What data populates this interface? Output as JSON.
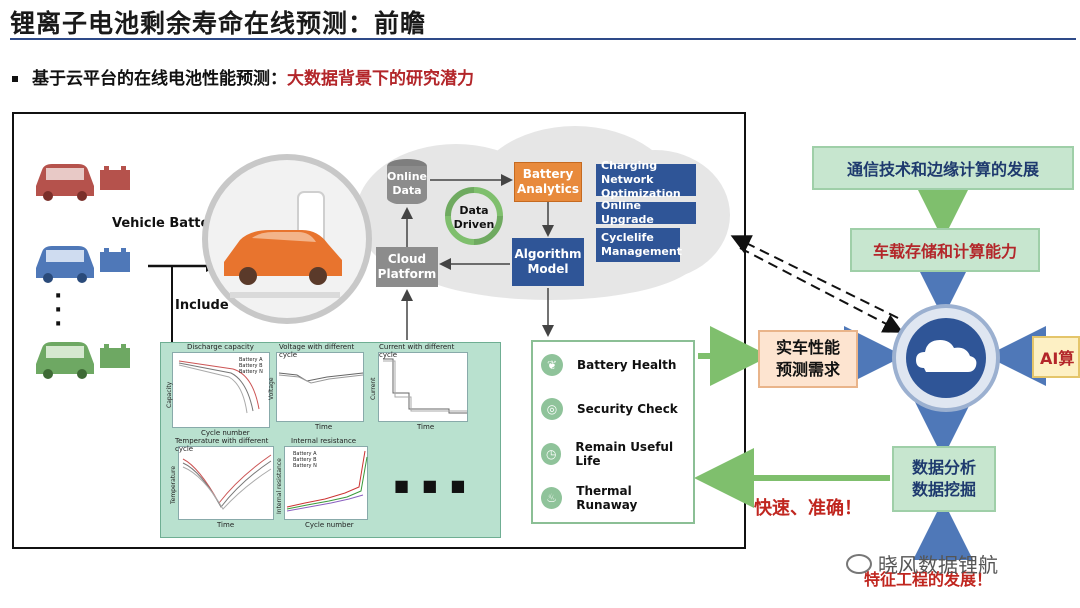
{
  "header": {
    "title": "锂离子电池剩余寿命在线预测：前瞻",
    "bullet_prefix": "基于云平台的在线电池性能预测：",
    "bullet_highlight": "大数据背景下的研究潜力"
  },
  "diagram": {
    "vehicle_battery_data": "Vehicle Battery Data",
    "include": "Include",
    "ellipsis_dots": "·\n·\n·",
    "online_data": "Online\nData",
    "data_driven": "Data\nDriven",
    "cloud_platform": "Cloud\nPlatform",
    "battery_analytics": "Battery\nAnalytics",
    "algorithm_model": "Algorithm\nModel",
    "services": [
      "Charging Network\nOptimization",
      "Online Upgrade",
      "Cyclelife\nManagement"
    ],
    "panel_more": "■ ■ ■",
    "mini_charts": [
      {
        "title": "Discharge capacity",
        "xlabel": "Cycle number",
        "ylabel": "Capacity",
        "legend": [
          "Battery A",
          "Battery B",
          "Battery N"
        ]
      },
      {
        "title": "Voltage with different cycle",
        "xlabel": "Time",
        "ylabel": "Voltage"
      },
      {
        "title": "Current with different cycle",
        "xlabel": "Time",
        "ylabel": "Current"
      },
      {
        "title": "Temperature with different cycle",
        "xlabel": "Time",
        "ylabel": "Temperature"
      },
      {
        "title": "Internal resistance",
        "xlabel": "Cycle number",
        "ylabel": "Internal resistance",
        "legend": [
          "Battery A",
          "Battery B",
          "Battery N"
        ]
      }
    ],
    "outcomes": [
      "Battery Health",
      "Security Check",
      "Remain Useful Life",
      "Thermal Runaway"
    ],
    "outcome_icons": [
      "leaf-icon",
      "target-icon",
      "stopwatch-icon",
      "fire-icon"
    ]
  },
  "right": {
    "comm": "通信技术和边缘计算的发展",
    "onboard": "车载存储和计算能力",
    "demand": "实车性能\n预测需求",
    "ai": "AI算",
    "analysis": "数据分析\n数据挖掘",
    "fast": "快速、准确！",
    "feature": "特征工程的发展！",
    "watermark": "晓风数据锂航"
  },
  "colors": {
    "car_red": "#b5524c",
    "car_blue": "#4f78b8",
    "car_green": "#6ea863",
    "accent_blue": "#2f5597",
    "accent_orange": "#e88a3c",
    "arrow_green": "#7fbf6d",
    "arrow_blue": "#4f78b8"
  }
}
